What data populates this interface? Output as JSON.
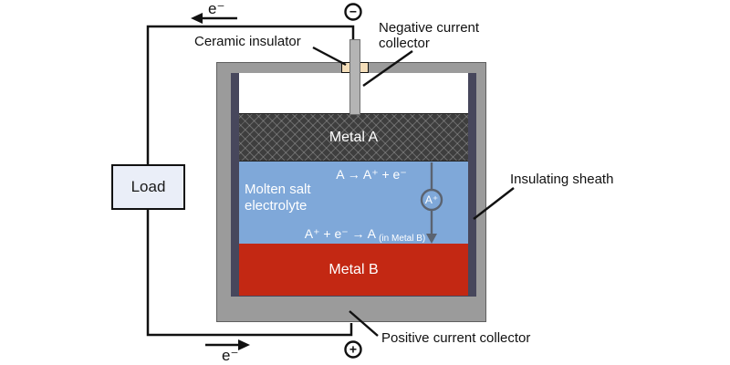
{
  "figure": {
    "kind": "liquid-metal-battery-schematic",
    "circuit": {
      "load_label": "Load",
      "electron_flow_top": "e⁻",
      "electron_flow_bottom": "e⁻",
      "negative_terminal_symbol": "−",
      "positive_terminal_symbol": "+"
    },
    "callouts": {
      "ceramic_insulator": "Ceramic insulator",
      "negative_current_collector_line1": "Negative current",
      "negative_current_collector_line2": "collector",
      "insulating_sheath": "Insulating sheath",
      "positive_current_collector": "Positive current collector"
    },
    "cell": {
      "metal_a_label": "Metal A",
      "metal_b_label": "Metal B",
      "electrolyte_line1": "Molten salt",
      "electrolyte_line2": "electrolyte",
      "anode_reaction": "A → A⁺ + e⁻",
      "cathode_reaction_main": "A⁺ + e⁻ → A",
      "cathode_reaction_subscript": "(in Metal B)",
      "ion_symbol": "A⁺"
    },
    "colors": {
      "metal_a": "#3e3e3e",
      "electrolyte": "#7fa8d9",
      "metal_b": "#c32813",
      "container_gray": "#9b9b9b",
      "sheath_lining": "#47475c",
      "ceramic": "#f4deba",
      "load_fill": "#eaeef8",
      "ion_arrow": "#5b6370",
      "wire": "#111111"
    }
  }
}
